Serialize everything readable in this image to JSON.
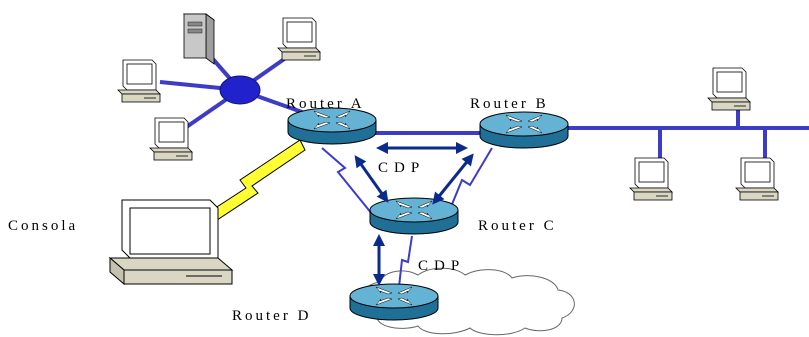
{
  "labels": {
    "router_a": "Router A",
    "router_b": "Router B",
    "router_c": "Router C",
    "router_d": "Router D",
    "consola": "Consola",
    "cdp_top": "CDP",
    "cdp_bottom": "CDP"
  },
  "colors": {
    "link": "#3c3cc8",
    "hub": "#2222cc",
    "cdp_arrow": "#0a2a8c",
    "router_top": "#64b2d4",
    "router_side": "#1f6f96",
    "console_bolt": "#ffff33",
    "device_beige": "#d9d7c4",
    "cloud": "#ffffff"
  },
  "icons": {
    "router": "router-icon",
    "workstation": "workstation-icon",
    "server": "server-icon",
    "hub": "hub-icon",
    "cloud": "cloud-icon",
    "console": "console-icon"
  }
}
